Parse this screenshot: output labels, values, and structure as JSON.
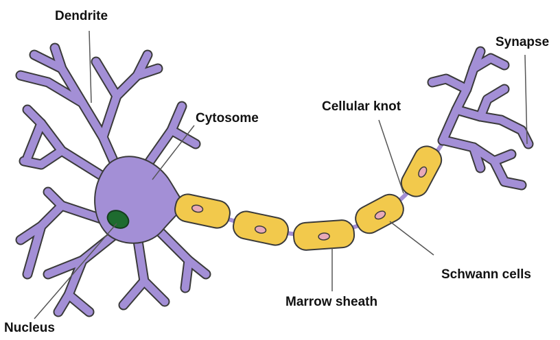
{
  "labels": {
    "dendrite": "Dendrite",
    "synapse": "Synapse",
    "cellular_knot": "Cellular knot",
    "cytosome": "Cytosome",
    "schwann_cells": "Schwann cells",
    "marrow_sheath": "Marrow sheath",
    "nucleus": "Nucleus"
  },
  "colors": {
    "cell_body": "#a38fd6",
    "outline": "#3a3a3a",
    "sheath": "#f2c94c",
    "sheath_nucleus": "#e8a9b8",
    "nucleus": "#1e6b2f",
    "leader_line": "#555555"
  }
}
